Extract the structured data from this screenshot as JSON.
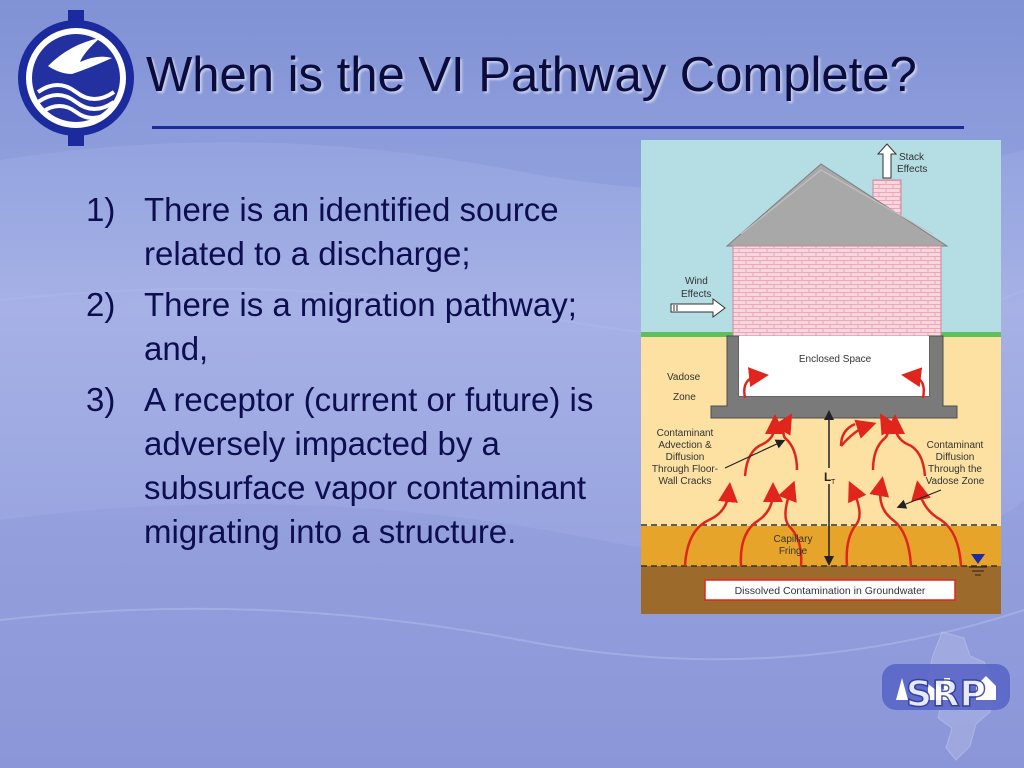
{
  "slide": {
    "title": "When is the VI Pathway Complete?",
    "points": [
      {
        "number": "1)",
        "text": "There is an identified source related to a discharge;"
      },
      {
        "number": "2)",
        "text": "There is a migration pathway; and,"
      },
      {
        "number": "3)",
        "text": "A receptor (current or future) is adversely impacted by a subsurface vapor contaminant migrating into a structure."
      }
    ]
  },
  "diagram": {
    "stack_effects": [
      "Stack",
      "Effects"
    ],
    "wind_effects": [
      "Wind",
      "Effects"
    ],
    "enclosed_space": "Enclosed Space",
    "vadose_zone": [
      "Vadose",
      "Zone"
    ],
    "advection": [
      "Contaminant",
      "Advection &",
      "Diffusion",
      "Through Floor-",
      "Wall Cracks"
    ],
    "diffusion": [
      "Contaminant",
      "Diffusion",
      "Through the",
      "Vadose Zone"
    ],
    "capillary_fringe": [
      "Capillary",
      "Fringe"
    ],
    "distance_label": "L",
    "distance_subscript": "T",
    "groundwater": "Dissolved Contamination in Groundwater"
  },
  "logos": {
    "srp_text": "SRP"
  },
  "colors": {
    "title": "#0b0b3c",
    "text": "#0d0d50",
    "rule": "#1d2a9e",
    "sky": "#b5dde4",
    "soil": "#fde1a2",
    "capillary": "#e6a52a",
    "groundwater": "#9c6b2c",
    "arrow": "#e0261c"
  }
}
